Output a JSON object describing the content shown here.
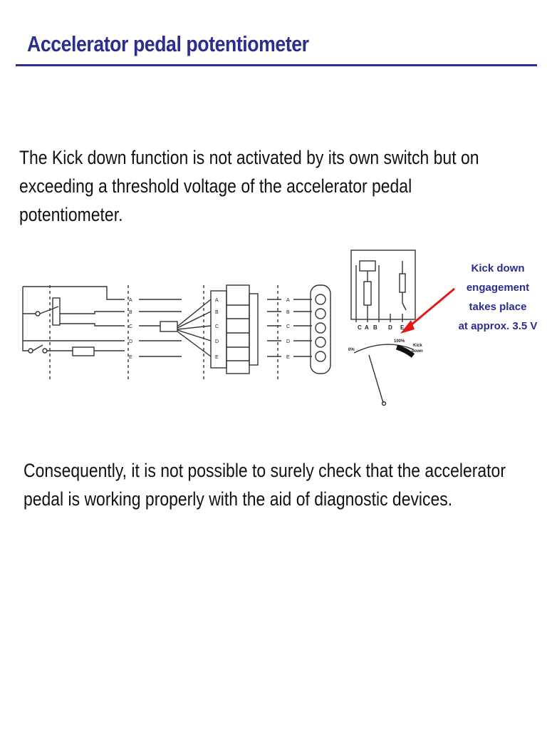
{
  "slide": {
    "title": "Accelerator pedal potentiometer",
    "paragraph_1": "The Kick down function is not activated by its own switch but on exceeding a threshold voltage of the accelerator pedal potentiometer.",
    "paragraph_2": "Consequently, it is not possible to surely check that the accelerator pedal is working properly with the aid of diagnostic devices."
  },
  "callout": {
    "line_1": "Kick down",
    "line_2": "engagement",
    "line_3": "takes place",
    "line_4": "at approx. 3.5 V",
    "arrow_color": "#e01818"
  },
  "diagram": {
    "pin_letters": [
      "A",
      "B",
      "C",
      "D",
      "E"
    ],
    "schematic_pins": [
      "C",
      "A",
      "B",
      "D",
      "E"
    ],
    "scale_min_label": "0%",
    "scale_max_label": "100%",
    "kick_label_1": "Kick",
    "kick_label_2": "down"
  },
  "colors": {
    "title": "#2b2d8f",
    "rule": "#2b2d8f",
    "callout_text": "#2b2d8f"
  }
}
